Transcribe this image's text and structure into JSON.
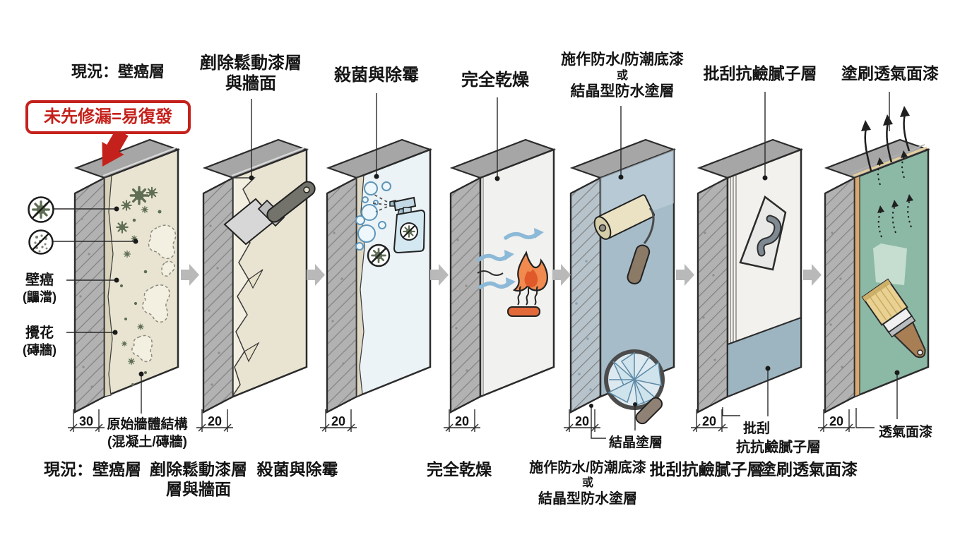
{
  "warning": "未先修漏=易復發",
  "steps": [
    {
      "top": [
        "現況：壁癌層"
      ],
      "bottom": [
        "現況：壁癌層"
      ],
      "thickness": "30"
    },
    {
      "top": [
        "剷除鬆動漆層",
        "與牆面"
      ],
      "bottom": [
        "剷除鬆動漆層",
        "層與牆面"
      ],
      "thickness": "20"
    },
    {
      "top": [
        "殺菌與除霉"
      ],
      "bottom": [
        "殺菌與除霉"
      ],
      "thickness": "20"
    },
    {
      "top": [
        "完全乾燥"
      ],
      "bottom": [
        "完全乾燥"
      ],
      "thickness": "20"
    },
    {
      "top": [
        "施作防水/防潮底漆",
        "或",
        "結晶型防水塗層"
      ],
      "bottom": [
        "施作防水/防潮底漆",
        "或",
        "結晶型防水塗層"
      ],
      "thickness": "20"
    },
    {
      "top": [
        "批刮抗鹼膩子層"
      ],
      "bottom": [
        "批刮抗鹼膩子層"
      ],
      "thickness": "20"
    },
    {
      "top": [
        "塗刷透氣面漆"
      ],
      "bottom": [
        "塗刷透氣面漆"
      ],
      "thickness": "20"
    }
  ],
  "wall_labels": {
    "mold_label": "壁癌",
    "mold_sub": "(鼺澢)",
    "efflo_label": "攪花",
    "efflo_sub": "(磚牆)",
    "structure": "原始牆體結構",
    "structure_sub": "(混凝土/磚牆)"
  },
  "annotations": {
    "crystal": "結晶塗層",
    "skim1": "批刮",
    "skim2": "抗抗鹼膩子層",
    "topcoat": "透氣面漆"
  },
  "icons": {
    "mold_icon": "crossed-circle-mold-splat",
    "efflorescence_icon": "crossed-circle-salt-dots",
    "step_icons": [
      "mold-wall",
      "scraper",
      "spray-bottle",
      "flame-dryer",
      "paint-roller-magnifier",
      "trowel",
      "paint-brush"
    ]
  },
  "colors": {
    "warning_red": "#c5211c",
    "wall_beige": "#e9e4d2",
    "concrete_gray": "#b2b2b2",
    "waterproof_blue": "#a6bcc9",
    "putty_white": "#f2f1ed",
    "topcoat_green": "#8cb9a6",
    "process_arrow_gray": "#b9b9b9",
    "flame_orange": "#f08a4f",
    "water_arrow_blue": "#8cb9d7",
    "mold_olive": "#5f6e54"
  }
}
